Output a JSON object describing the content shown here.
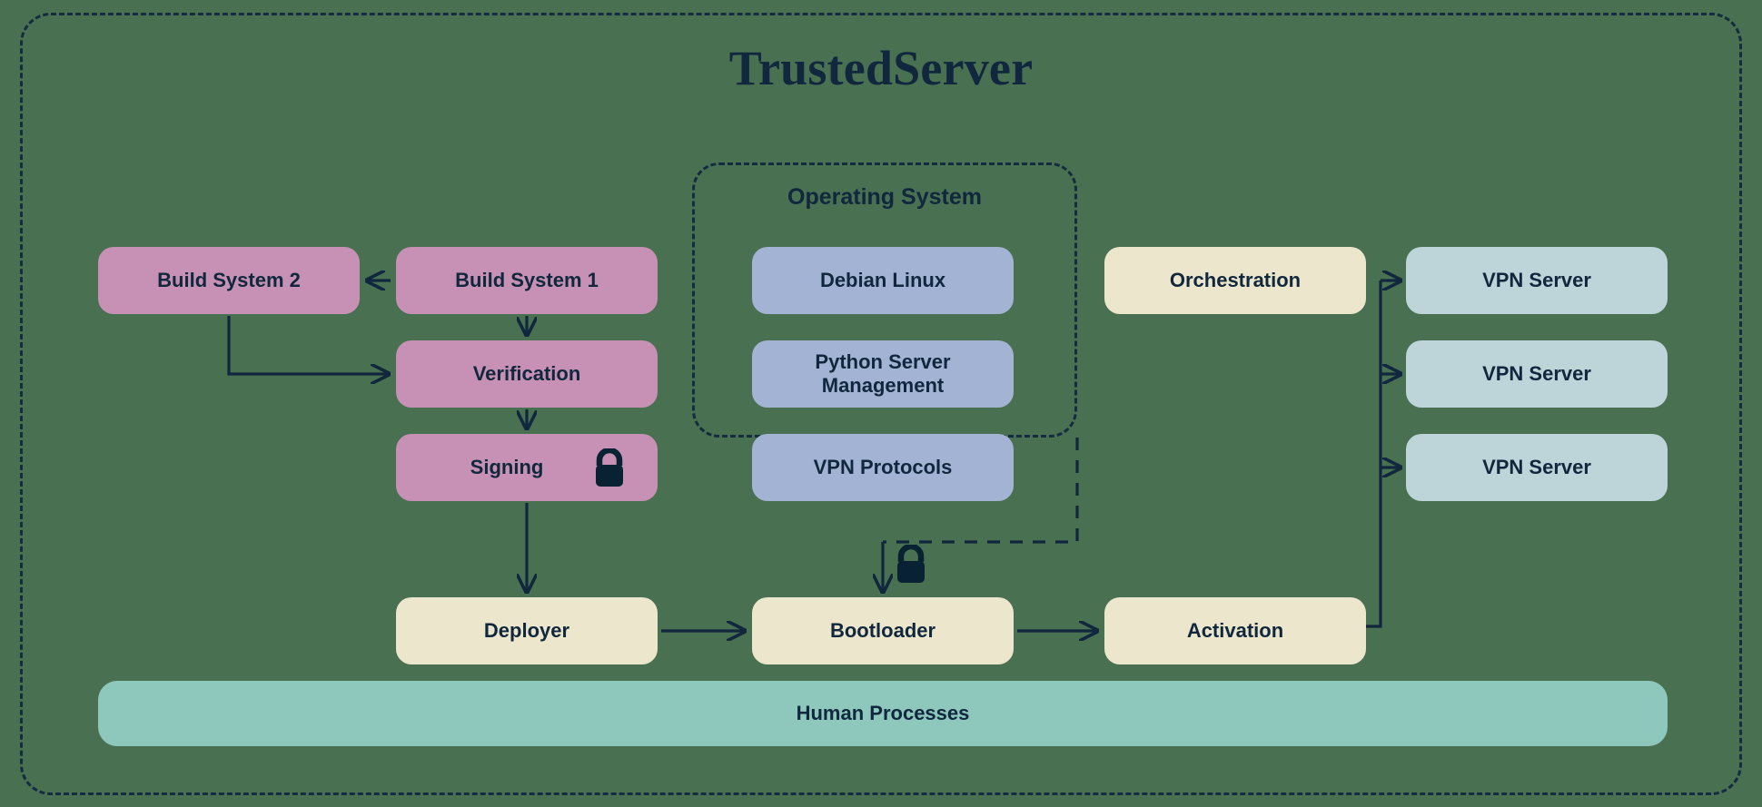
{
  "diagram": {
    "title": "TrustedServer",
    "background_color": "#4a7052",
    "text_color": "#10273d",
    "boundary_label": "TrustedServer"
  },
  "groups": {
    "operating_system": {
      "title": "Operating System",
      "style": "dashed",
      "items": [
        {
          "label": "Debian Linux",
          "color": "#a3b3d4"
        },
        {
          "label": "Python Server Management",
          "color": "#a3b3d4"
        },
        {
          "label": "VPN Protocols",
          "color": "#a3b3d4"
        }
      ]
    }
  },
  "nodes": {
    "build_system_2": {
      "label": "Build System 2",
      "color": "#c691b4"
    },
    "build_system_1": {
      "label": "Build System 1",
      "color": "#c691b4"
    },
    "verification": {
      "label": "Verification",
      "color": "#c691b4"
    },
    "signing": {
      "label": "Signing",
      "color": "#c691b4",
      "badge": "lock-icon"
    },
    "deployer": {
      "label": "Deployer",
      "color": "#ece6cc"
    },
    "debian_linux": {
      "label": "Debian Linux",
      "color": "#a3b3d4"
    },
    "python_server_management": {
      "label": "Python Server\nManagement",
      "line1": "Python Server",
      "line2": "Management",
      "color": "#a3b3d4"
    },
    "vpn_protocols": {
      "label": "VPN Protocols",
      "color": "#a3b3d4"
    },
    "bootloader": {
      "label": "Bootloader",
      "color": "#ece6cc"
    },
    "orchestration": {
      "label": "Orchestration",
      "color": "#ece6cc"
    },
    "activation": {
      "label": "Activation",
      "color": "#ece6cc"
    },
    "vpn_server_1": {
      "label": "VPN Server",
      "color": "#bdd4d8"
    },
    "vpn_server_2": {
      "label": "VPN Server",
      "color": "#bdd4d8"
    },
    "vpn_server_3": {
      "label": "VPN Server",
      "color": "#bdd4d8"
    },
    "human_processes": {
      "label": "Human Processes",
      "color": "#8ec8bd"
    }
  },
  "edges": [
    {
      "from": "build_system_1",
      "to": "build_system_2",
      "arrow": true
    },
    {
      "from": "build_system_1",
      "to": "verification",
      "arrow": true
    },
    {
      "from": "build_system_2",
      "to": "verification",
      "arrow": true
    },
    {
      "from": "verification",
      "to": "signing",
      "arrow": true
    },
    {
      "from": "signing",
      "to": "deployer",
      "arrow": true
    },
    {
      "from": "deployer",
      "to": "bootloader",
      "arrow": true
    },
    {
      "from": "operating_system",
      "to": "bootloader",
      "arrow": true,
      "style": "dashed",
      "badge": "lock-icon"
    },
    {
      "from": "bootloader",
      "to": "activation",
      "arrow": true
    },
    {
      "from": "activation",
      "to": "vpn_server_1",
      "arrow": true
    },
    {
      "from": "activation",
      "to": "vpn_server_2",
      "arrow": true
    },
    {
      "from": "activation",
      "to": "vpn_server_3",
      "arrow": true
    }
  ],
  "icons": {
    "lock_signing": "lock-icon",
    "lock_bootloader": "lock-icon"
  }
}
